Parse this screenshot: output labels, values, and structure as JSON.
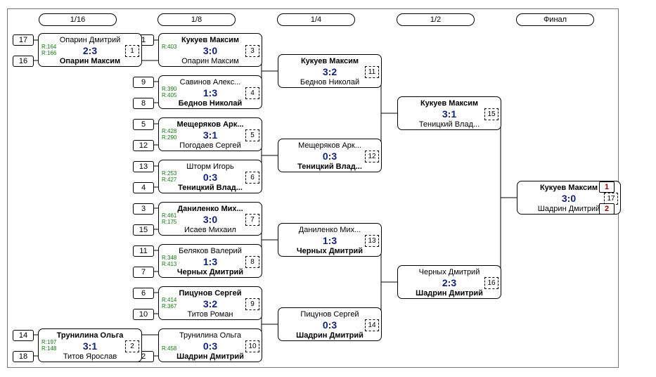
{
  "rounds": [
    "1/16",
    "1/8",
    "1/4",
    "1/2",
    "Финал"
  ],
  "matches": {
    "m1": {
      "num": "1",
      "p1": "Опарин Дмитрий",
      "p2": "Опарин Максим",
      "score": "2:3",
      "r1": "R:164",
      "r2": "R:166"
    },
    "m2": {
      "num": "2",
      "p1": "Трунилина Ольга",
      "p2": "Титов Ярослав",
      "score": "3:1",
      "r1": "R:197",
      "r2": "R:148"
    },
    "m3": {
      "num": "3",
      "p1": "Кукуев Максим",
      "p2": "Опарин Максим",
      "score": "3:0",
      "r1": "R:403",
      "r2": ""
    },
    "m4": {
      "num": "4",
      "p1": "Савинов Алекс...",
      "p2": "Беднов Николай",
      "score": "1:3",
      "r1": "R:390",
      "r2": "R:405"
    },
    "m5": {
      "num": "5",
      "p1": "Мещеряков Арк...",
      "p2": "Погодаев Сергей",
      "score": "3:1",
      "r1": "R:428",
      "r2": "R:290"
    },
    "m6": {
      "num": "6",
      "p1": "Шторм Игорь",
      "p2": "Теницкий Влад...",
      "score": "0:3",
      "r1": "R:253",
      "r2": "R:427"
    },
    "m7": {
      "num": "7",
      "p1": "Даниленко Мих...",
      "p2": "Исаев Михаил",
      "score": "3:0",
      "r1": "R:461",
      "r2": "R:175"
    },
    "m8": {
      "num": "8",
      "p1": "Беляков Валерий",
      "p2": "Черных Дмитрий",
      "score": "1:3",
      "r1": "R:348",
      "r2": "R:413"
    },
    "m9": {
      "num": "9",
      "p1": "Пицунов Сергей",
      "p2": "Титов Роман",
      "score": "3:2",
      "r1": "R:414",
      "r2": "R:367"
    },
    "m10": {
      "num": "10",
      "p1": "Трунилина Ольга",
      "p2": "Шадрин Дмитрий",
      "score": "0:3",
      "r1": "",
      "r2": "R:458"
    },
    "m11": {
      "num": "11",
      "p1": "Кукуев Максим",
      "p2": "Беднов Николай",
      "score": "3:2"
    },
    "m12": {
      "num": "12",
      "p1": "Мещеряков Арк...",
      "p2": "Теницкий Влад...",
      "score": "0:3"
    },
    "m13": {
      "num": "13",
      "p1": "Даниленко Мих...",
      "p2": "Черных Дмитрий",
      "score": "1:3"
    },
    "m14": {
      "num": "14",
      "p1": "Пицунов Сергей",
      "p2": "Шадрин Дмитрий",
      "score": "0:3"
    },
    "m15": {
      "num": "15",
      "p1": "Кукуев Максим",
      "p2": "Теницкий Влад...",
      "score": "3:1"
    },
    "m16": {
      "num": "16",
      "p1": "Черных Дмитрий",
      "p2": "Шадрин Дмитрий",
      "score": "2:3"
    },
    "m17": {
      "num": "17",
      "p1": "Кукуев Максим",
      "p2": "Шадрин Дмитрий",
      "score": "3:0"
    }
  },
  "seeds": {
    "r16_top": "17",
    "r16_bot": "16",
    "r16b_top": "14",
    "r16b_bot": "18",
    "m3": "1",
    "m4a": "9",
    "m4b": "8",
    "m5a": "5",
    "m5b": "12",
    "m6a": "13",
    "m6b": "4",
    "m7a": "3",
    "m7b": "15",
    "m8a": "11",
    "m8b": "7",
    "m9a": "6",
    "m9b": "10",
    "m10": "2"
  },
  "places": {
    "first": "1",
    "second": "2"
  }
}
